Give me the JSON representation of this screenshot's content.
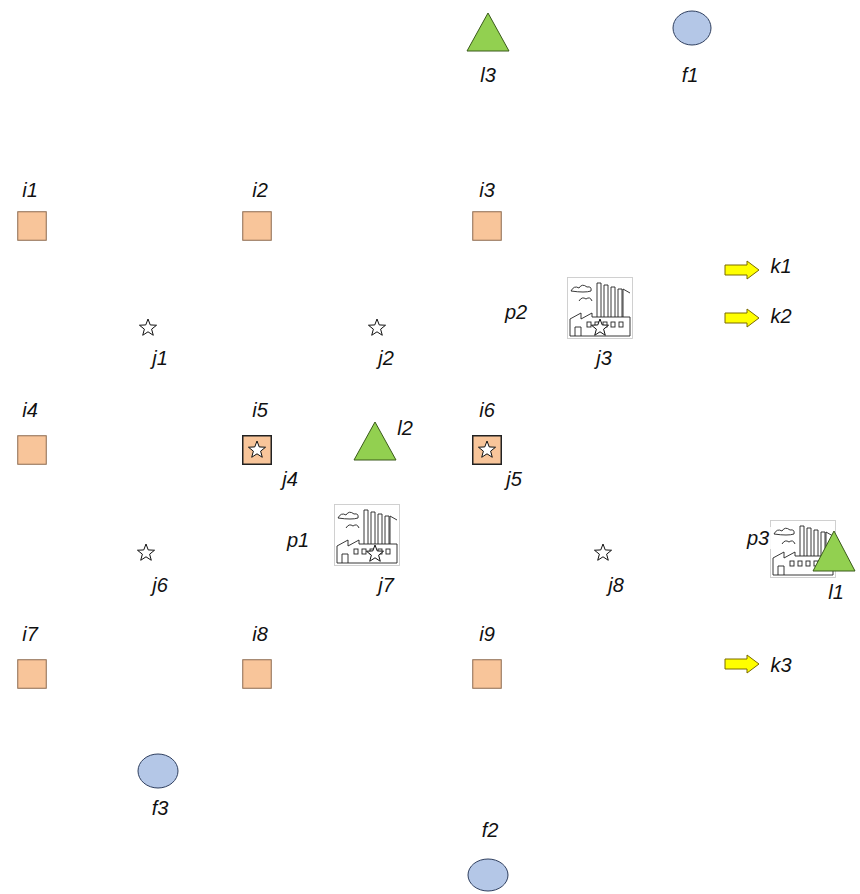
{
  "diagram": {
    "nodes": [
      {
        "text": [
          "l3"
        ]
      },
      {
        "text": [
          "f1"
        ]
      },
      {
        "text": [
          "i1"
        ]
      },
      {
        "text": [
          "i2"
        ]
      },
      {
        "text": [
          "i3"
        ]
      },
      {
        "text": [
          "k1"
        ]
      },
      {
        "text": [
          "j1"
        ]
      },
      {
        "text": [
          "j2"
        ]
      },
      {
        "text": [
          "p2"
        ]
      },
      {
        "text": [
          "j3"
        ],
        "in": 8
      },
      {
        "text": [
          "k2"
        ]
      },
      {
        "text": [
          "i4"
        ]
      },
      {
        "text": [
          "i5"
        ]
      },
      {
        "text": [
          "j4"
        ],
        "in": 12
      },
      {
        "text": [
          "l2"
        ]
      },
      {
        "text": [
          "i6"
        ]
      },
      {
        "text": [
          "j5"
        ],
        "in": 15
      },
      {
        "text": [
          "j6"
        ]
      },
      {
        "text": [
          "p1"
        ]
      },
      {
        "text": [
          "j7"
        ],
        "in": 18
      },
      {
        "text": [
          "j8"
        ]
      },
      {
        "text": [
          "p3"
        ]
      },
      {
        "text": [
          "l1"
        ],
        "in": 21
      },
      {
        "text": [
          "i7"
        ]
      },
      {
        "text": [
          "i8"
        ]
      },
      {
        "text": [
          "i9"
        ]
      },
      {
        "text": [
          "k3"
        ]
      },
      {
        "text": [
          "f3"
        ]
      },
      {
        "text": [
          "f2"
        ]
      }
    ]
  }
}
